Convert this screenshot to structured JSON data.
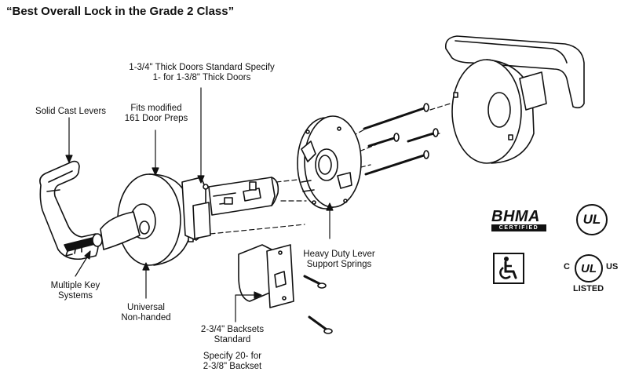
{
  "title": "“Best Overall Lock in the Grade 2 Class”",
  "labels": {
    "thick_doors": [
      "1-3/4\" Thick Doors Standard Specify",
      "1- for 1-3/8\" Thick Doors"
    ],
    "solid_cast": [
      "Solid Cast Levers"
    ],
    "fits_modified": [
      "Fits modified",
      "161 Door Preps"
    ],
    "heavy_duty": [
      "Heavy Duty Lever",
      "Support Springs"
    ],
    "multiple_key": [
      "Multiple Key",
      "Systems"
    ],
    "universal": [
      "Universal",
      "Non-handed"
    ],
    "backsets": [
      "2-3/4\" Backsets",
      "Standard"
    ],
    "specify_20": [
      "Specify 20- for",
      "2-3/8\" Backset"
    ]
  },
  "certifications": {
    "bhma": {
      "name": "BHMA",
      "sub": "CERTIFIED"
    },
    "ul": {
      "name": "UL"
    },
    "ul_listed": {
      "left": "C",
      "name": "UL",
      "right": "US",
      "sub": "LISTED"
    },
    "accessibility": {
      "icon": "wheelchair-icon"
    }
  }
}
